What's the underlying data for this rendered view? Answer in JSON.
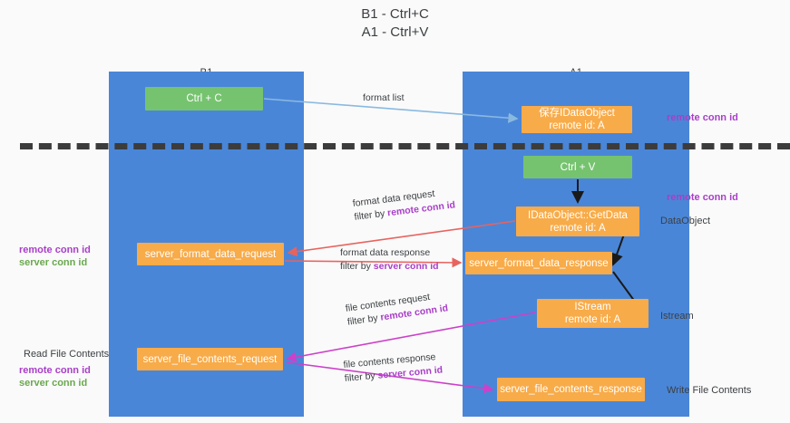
{
  "title": {
    "line1": "B1 - Ctrl+C",
    "line2": "A1 - Ctrl+V"
  },
  "lanes": [
    {
      "id": "b1",
      "name": "B1",
      "role": "connection"
    },
    {
      "id": "a1",
      "name": "A1",
      "role": "remote"
    }
  ],
  "nodes": {
    "ctrl_c": {
      "label": "Ctrl + C",
      "sub": ""
    },
    "save_idataobject": {
      "label": "保存IDataObject",
      "sub": "remote id: A"
    },
    "ctrl_v": {
      "label": "Ctrl + V",
      "sub": ""
    },
    "getdata": {
      "label": "IDataObject::GetData",
      "sub": "remote id: A"
    },
    "server_format_data_request": {
      "label": "server_format_data_request",
      "sub": ""
    },
    "server_format_data_response": {
      "label": "server_format_data_response",
      "sub": ""
    },
    "istream": {
      "label": "IStream",
      "sub": "remote id: A"
    },
    "server_file_contents_request": {
      "label": "server_file_contents_request",
      "sub": ""
    },
    "server_file_contents_response": {
      "label": "server_file_contents_response",
      "sub": ""
    }
  },
  "edges": {
    "format_list": {
      "line1": "format list",
      "line2": "",
      "filter_prefix": "",
      "filter_key": ""
    },
    "format_data_request": {
      "line1": "format data request",
      "filter_prefix": "filter by ",
      "filter_key": "remote conn id"
    },
    "format_data_response": {
      "line1": "format data response",
      "filter_prefix": "filter by ",
      "filter_key": "server conn id"
    },
    "file_contents_request": {
      "line1": "file contents request",
      "filter_prefix": "filter by ",
      "filter_key": "remote conn id"
    },
    "file_contents_response": {
      "line1": "file contents response",
      "filter_prefix": "filter by ",
      "filter_key": "server conn id"
    }
  },
  "notes": {
    "remote_conn_id_top": "remote conn id",
    "remote_conn_id_mid": "remote conn id",
    "dataobject": "DataObject",
    "istream": "Istream",
    "write_file_contents": "Write File Contents",
    "read_file_contents": "Read File Contents",
    "left_remote_conn_id_1": "remote conn id",
    "left_server_conn_id_1": "server conn id",
    "left_remote_conn_id_2": "remote conn id",
    "left_server_conn_id_2": "server conn id"
  },
  "colors": {
    "lane": "#4a86d8",
    "node_orange": "#f8ab49",
    "node_green": "#76c36f",
    "accent_purple": "#a93ec9",
    "accent_green": "#6aa84f",
    "arrow_blue": "#8ab9e0",
    "arrow_red": "#e8635e",
    "arrow_magenta": "#cc41c9",
    "arrow_black": "#1a1a1a",
    "separator": "#3c3c3c",
    "background": "#fafafa"
  }
}
